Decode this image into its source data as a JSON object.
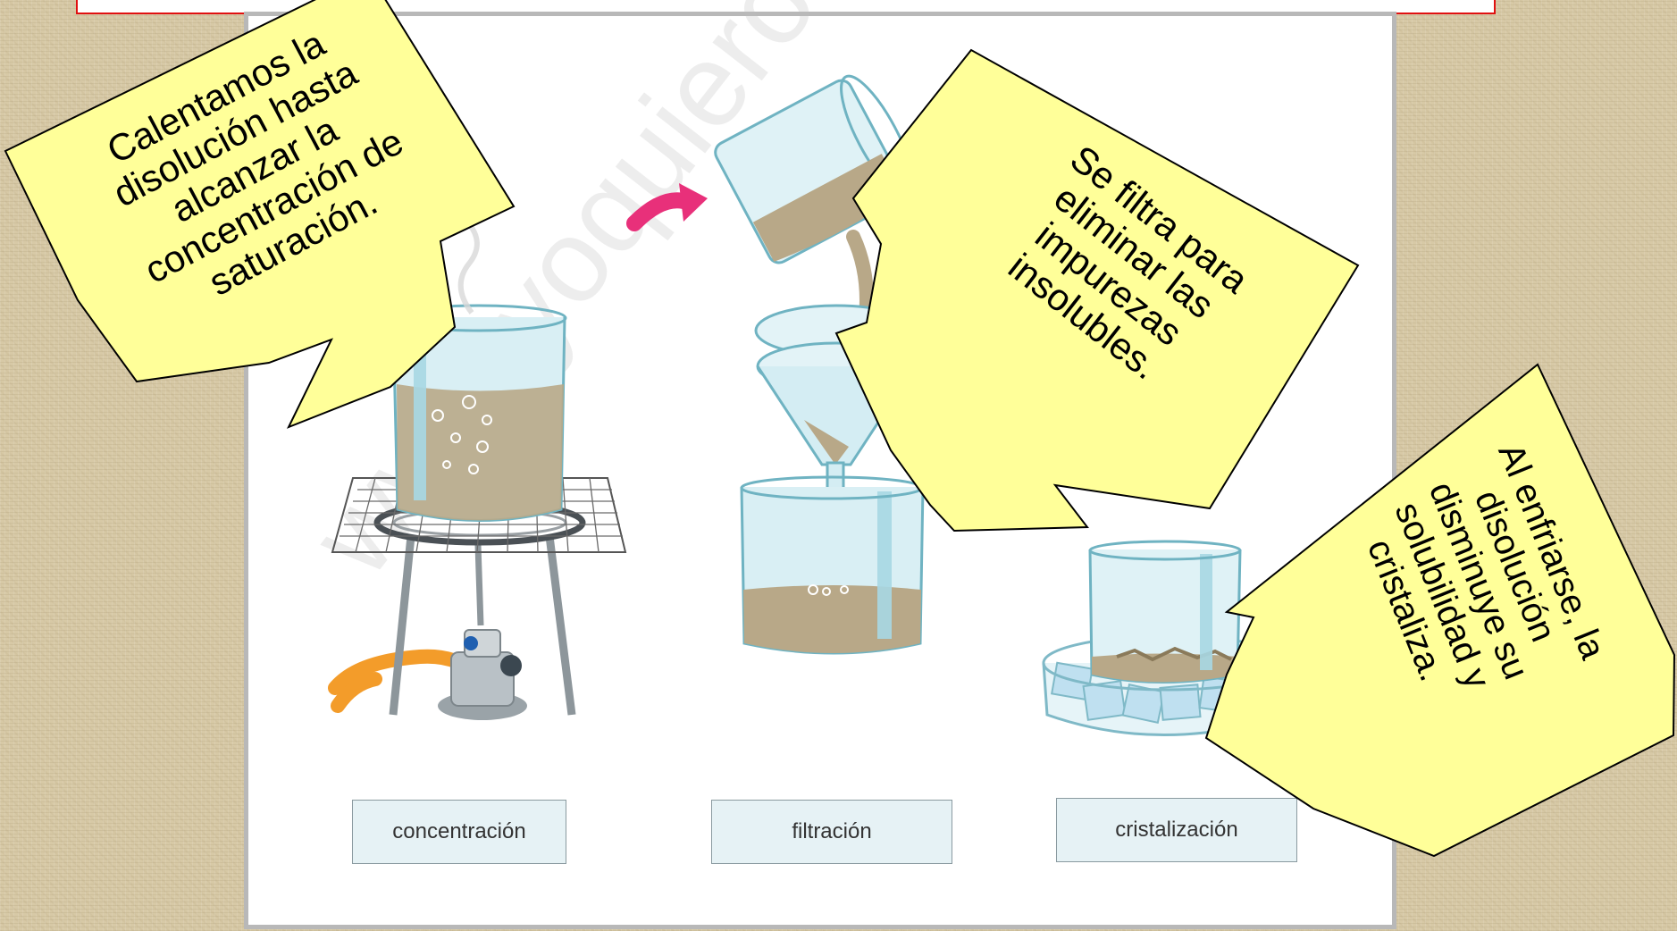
{
  "stages": {
    "concentration_label": "concentración",
    "filtration_label": "filtración",
    "crystallization_label": "cristalización"
  },
  "callouts": {
    "concentration": [
      "Calentamos la",
      "disolución hasta",
      "alcanzar la",
      "concentración de",
      "saturación."
    ],
    "filtration": [
      "Se filtra para",
      "eliminar las",
      "impurezas",
      "insolubles."
    ],
    "crystallization": [
      "Al enfriarse, la",
      "disolución",
      "disminuye su",
      "solubilidad y",
      "cristaliza."
    ]
  },
  "watermark": "www.yoquieroaprobar.es",
  "colors": {
    "background": "#d7c9a6",
    "callout_fill": "#ffff99",
    "liquid": "#b8a888",
    "glass": "#bfe3ec",
    "arrow_pink": "#e8307a",
    "hose_orange": "#f39c2a",
    "border_red": "#e01010"
  },
  "icons": [
    "beaker-icon",
    "burner-icon",
    "funnel-icon",
    "ice-bath-icon",
    "pink-arrow-icon"
  ]
}
